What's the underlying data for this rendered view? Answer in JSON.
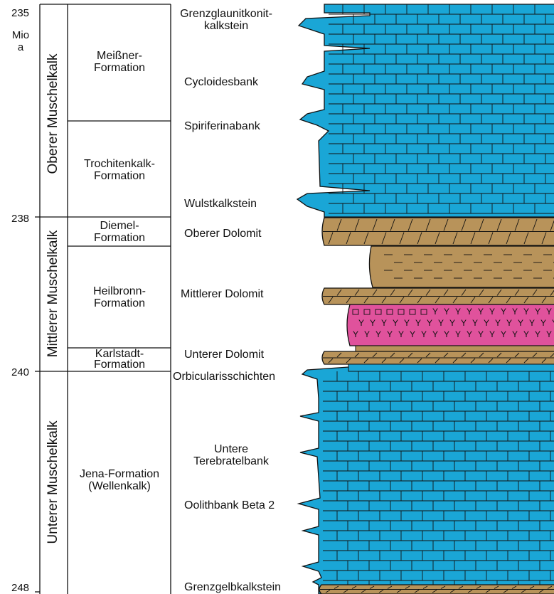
{
  "ages": {
    "a235": "235",
    "unit_line1": "Mio",
    "unit_line2": "a",
    "a238": "238",
    "a240": "240",
    "a248": "248"
  },
  "series": {
    "oberer": "Oberer Muschelkalk",
    "mittlerer": "Mittlerer Muschelkalk",
    "unterer": "Unterer Muschelkalk"
  },
  "formations": {
    "meissner_1": "Meißner-",
    "meissner_2": "Formation",
    "trochiten_1": "Trochitenkalk-",
    "trochiten_2": "Formation",
    "diemel_1": "Diemel-",
    "diemel_2": "Formation",
    "heilbronn_1": "Heilbronn-",
    "heilbronn_2": "Formation",
    "karlstadt_1": "Karlstadt-",
    "karlstadt_2": "Formation",
    "jena_1": "Jena-Formation",
    "jena_2": "(Wellenkalk)"
  },
  "beds": {
    "grenzglaunit_1": "Grenzglaunitkonit-",
    "grenzglaunit_2": "kalkstein",
    "cycloides": "Cycloidesbank",
    "spiriferina": "Spiriferinabank",
    "wulst": "Wulstkalkstein",
    "oberer_dolomit": "Oberer Dolomit",
    "mittlerer_dolomit": "Mittlerer Dolomit",
    "unterer_dolomit": "Unterer Dolomit",
    "orbicularis": "Orbicularisschichten",
    "terebratel_1": "Untere",
    "terebratel_2": "Terebratelbank",
    "oolith": "Oolithbank Beta 2",
    "grenzgelb": "Grenzgelbkalkstein"
  },
  "colors": {
    "limestone": "#1aa6d6",
    "dolomite": "#b8935a",
    "evaporite": "#e0529c",
    "outline": "#111111"
  },
  "icons": {
    "evaporite_symbol": "Y",
    "halite_symbol": "square-hatch"
  }
}
